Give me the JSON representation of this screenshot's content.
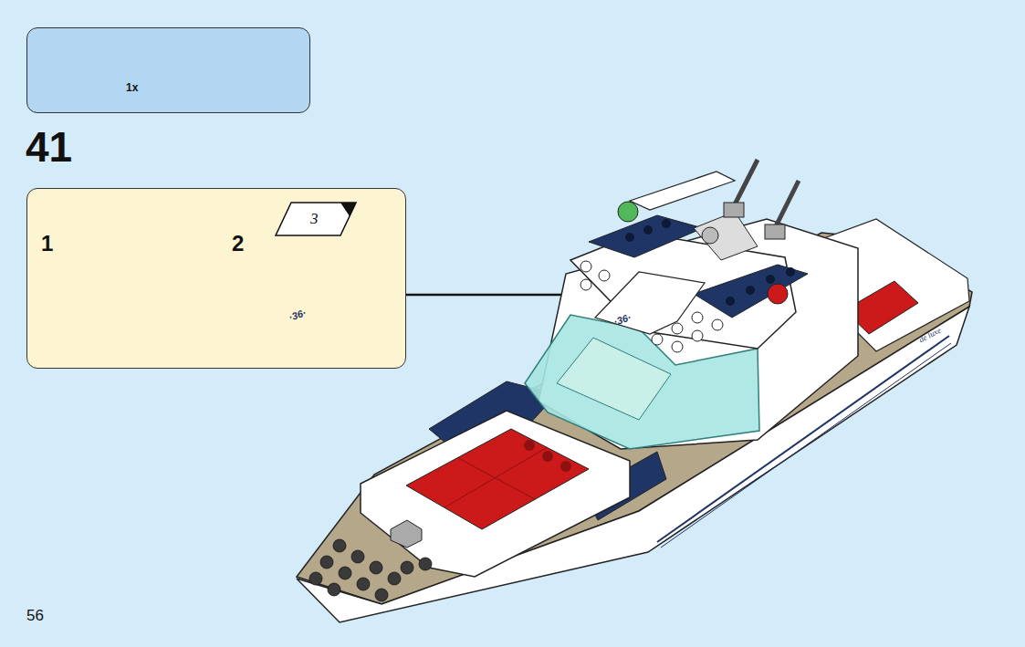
{
  "diagram": {
    "nodes": [
      {
        "text": [
          "1x"
        ]
      },
      {
        "text": [
          "1",
          "2"
        ]
      },
      {
        "text": [
          "3"
        ],
        "in": 1
      }
    ],
    "labels": [
      "41",
      "·36·",
      "·36·",
      "de luxe",
      "56"
    ]
  }
}
